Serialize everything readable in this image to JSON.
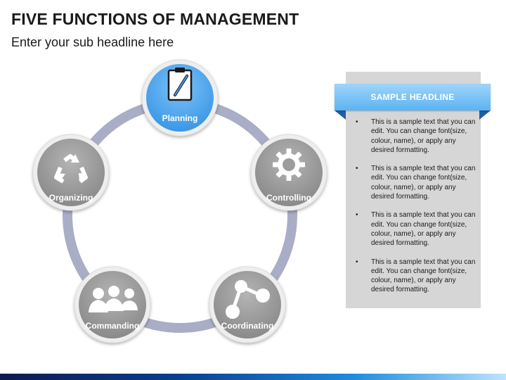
{
  "header": {
    "title": "FIVE FUNCTIONS OF MANAGEMENT",
    "subtitle": "Enter your sub headline here"
  },
  "cycle": {
    "nodes": [
      {
        "label": "Planning",
        "icon": "clipboard-icon",
        "highlight": true
      },
      {
        "label": "Controlling",
        "icon": "gear-icon",
        "highlight": false
      },
      {
        "label": "Coordinating",
        "icon": "network-icon",
        "highlight": false
      },
      {
        "label": "Commanding",
        "icon": "people-icon",
        "highlight": false
      },
      {
        "label": "Organizing",
        "icon": "recycle-icon",
        "highlight": false
      }
    ]
  },
  "panel": {
    "headline": "SAMPLE HEADLINE",
    "bullets": [
      "This is a sample text that you can edit. You can change font(size, colour, name), or apply any desired formatting.",
      "This is a sample text that you can edit. You can change font(size, colour, name), or apply any desired formatting.",
      "This is a sample text that you can edit. You can change font(size, colour, name), or apply any desired formatting.",
      "This is a sample text that you can edit. You can change font(size, colour, name), or apply any desired formatting."
    ]
  },
  "colors": {
    "ring": "#a9adc6",
    "node_gray": "#9a9a9a",
    "node_highlight": "#4aa6ef",
    "panel_head": "#5bb4f2",
    "panel_fold": "#1f5fa8",
    "panel_bg": "#d6d6d6"
  }
}
